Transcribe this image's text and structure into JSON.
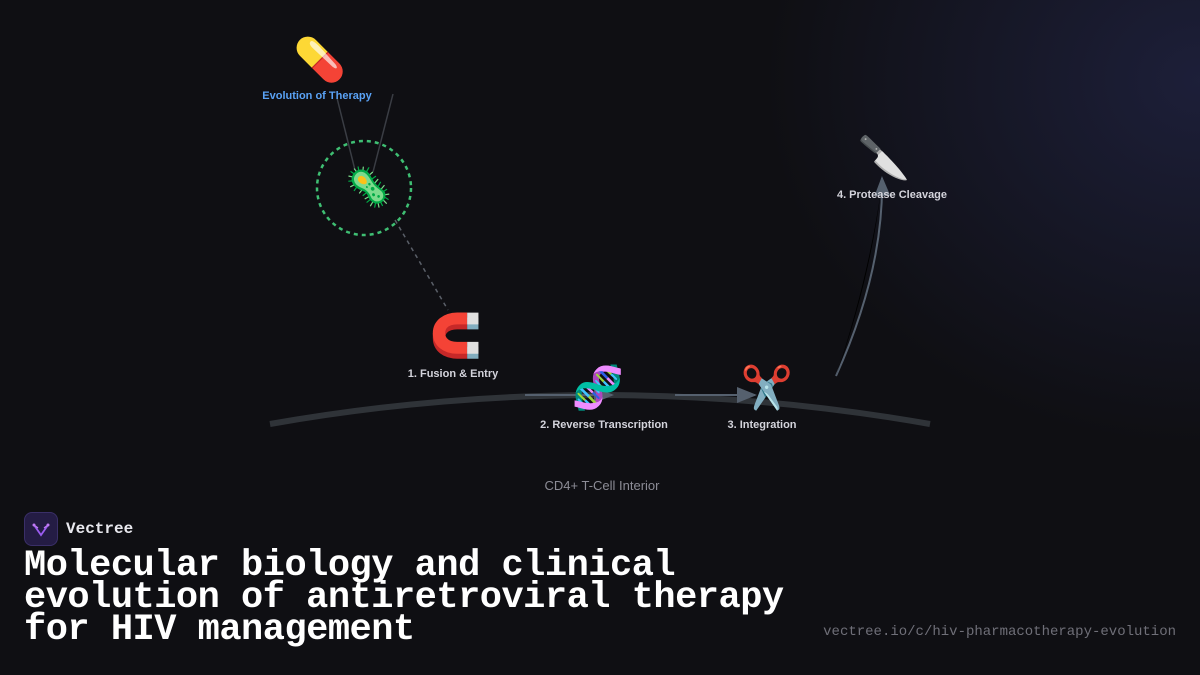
{
  "diagram": {
    "nodes": {
      "therapy": {
        "label": "Evolution of Therapy",
        "icon": "pill-icon",
        "glyph": "💊"
      },
      "virus": {
        "icon": "microbe-icon",
        "glyph": "🦠"
      },
      "fusion": {
        "label": "1. Fusion & Entry",
        "icon": "magnet-icon",
        "glyph": "🧲"
      },
      "reverse_transcription": {
        "label": "2. Reverse Transcription",
        "icon": "dna-icon",
        "glyph": "🧬"
      },
      "integration": {
        "label": "3. Integration",
        "icon": "scissors-icon",
        "glyph": "✂️"
      },
      "protease": {
        "label": "4. Protease Cleavage",
        "icon": "knife-icon",
        "glyph": "🔪"
      }
    },
    "membrane_label": "CD4+ T-Cell Interior",
    "colors": {
      "background": "#0f0f13",
      "accent_label": "#5aa2f5",
      "virus_ring": "#3fbf73",
      "membrane": "#2f3338",
      "arrow": "#55606e"
    }
  },
  "brand": {
    "name": "Vectree",
    "logo_icon": "vectree-logo-icon"
  },
  "title": "Molecular biology and clinical evolution of antiretroviral therapy for HIV management",
  "url": "vectree.io/c/hiv-pharmacotherapy-evolution"
}
